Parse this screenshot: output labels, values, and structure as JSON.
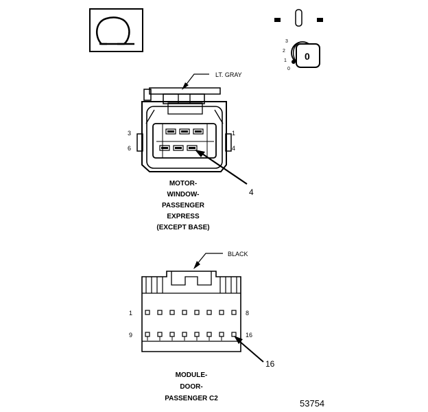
{
  "ground_symbol": {
    "icon": "ground-omega-icon"
  },
  "ignition_key": {
    "icon": "ignition-key-icon",
    "position_labels": [
      "3",
      "2",
      "1",
      "0"
    ],
    "key_letter": "0"
  },
  "connector_motor": {
    "wire_color_label": "LT. GRAY",
    "pins_top": {
      "left": "3",
      "right": "1"
    },
    "pins_bottom": {
      "left": "6",
      "right": "4"
    },
    "callout_pin": "4",
    "name_lines": [
      "MOTOR-",
      "WINDOW-",
      "PASSENGER",
      "EXPRESS",
      "(EXCEPT BASE)"
    ]
  },
  "connector_module": {
    "wire_color_label": "BLACK",
    "row1": {
      "left": "1",
      "right": "8"
    },
    "row2": {
      "left": "9",
      "right": "16"
    },
    "callout_pin": "16",
    "name_lines": [
      "MODULE-",
      "DOOR-",
      "PASSENGER C2"
    ]
  },
  "figure_number": "53754"
}
